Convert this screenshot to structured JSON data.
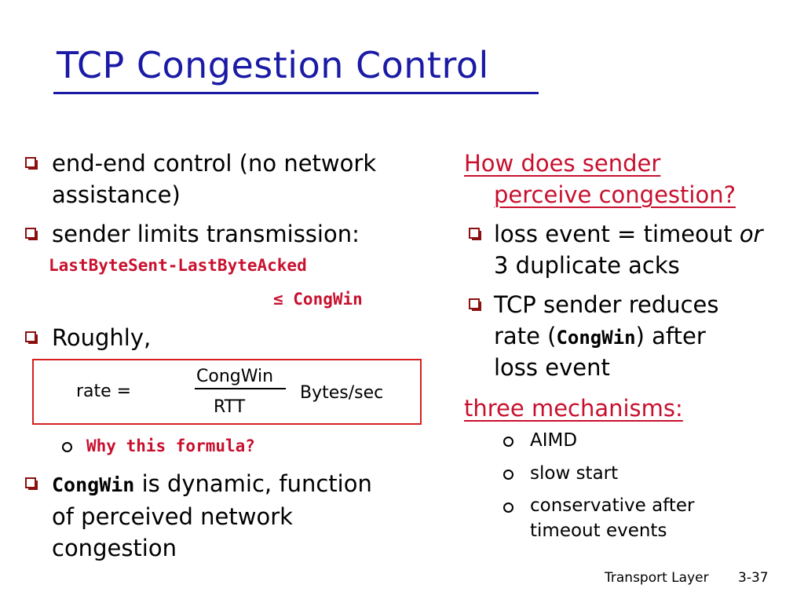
{
  "slide": {
    "title": "TCP Congestion Control",
    "left": {
      "b1_line1": "end-end control (no network",
      "b1_line2": "assistance)",
      "b2": "sender limits transmission:",
      "code_line1": "LastByteSent-LastByteAcked",
      "code_line2": "≤ CongWin",
      "b3": "Roughly,",
      "formula": {
        "lhs": "rate =",
        "numerator": "CongWin",
        "denominator": "RTT",
        "units": "Bytes/sec"
      },
      "sub_why": "Why this formula?",
      "b4_code": "CongWin",
      "b4_rest": " is dynamic, function",
      "b4_line2": "of perceived network",
      "b4_line3": "congestion"
    },
    "right": {
      "q_line1": "How does  sender",
      "q_line2": "perceive congestion?",
      "b1_pre": "loss event = timeout ",
      "b1_or": "or",
      "b1_line2": "3 duplicate acks",
      "b2_line1": "TCP sender reduces",
      "b2_pre": "rate (",
      "b2_code": "CongWin",
      "b2_post": ") after",
      "b2_line3": "loss event",
      "mech_heading": "three mechanisms:",
      "mechanisms": [
        "AIMD",
        "slow start",
        "conservative after",
        "timeout events"
      ]
    },
    "footer": {
      "label": "Transport Layer",
      "page": "3-37"
    }
  }
}
